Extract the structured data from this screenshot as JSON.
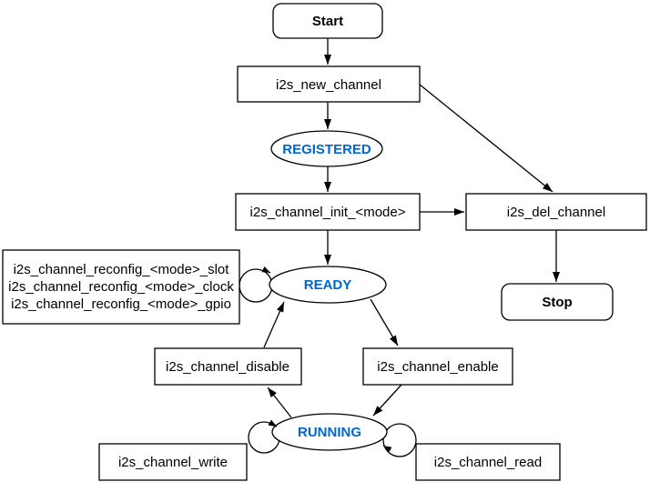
{
  "colors": {
    "state_text": "#0066CC",
    "line": "#000000",
    "background": "#FFFFFF"
  },
  "nodes": {
    "start": {
      "label": "Start"
    },
    "new_channel": {
      "label": "i2s_new_channel"
    },
    "registered": {
      "label": "REGISTERED"
    },
    "init": {
      "label": "i2s_channel_init_<mode>"
    },
    "del_channel": {
      "label": "i2s_del_channel"
    },
    "stop": {
      "label": "Stop"
    },
    "reconfig": {
      "lines": [
        "i2s_channel_reconfig_<mode>_slot",
        "i2s_channel_reconfig_<mode>_clock",
        "i2s_channel_reconfig_<mode>_gpio"
      ]
    },
    "ready": {
      "label": "READY"
    },
    "disable": {
      "label": "i2s_channel_disable"
    },
    "enable": {
      "label": "i2s_channel_enable"
    },
    "running": {
      "label": "RUNNING"
    },
    "write": {
      "label": "i2s_channel_write"
    },
    "read": {
      "label": "i2s_channel_read"
    }
  }
}
